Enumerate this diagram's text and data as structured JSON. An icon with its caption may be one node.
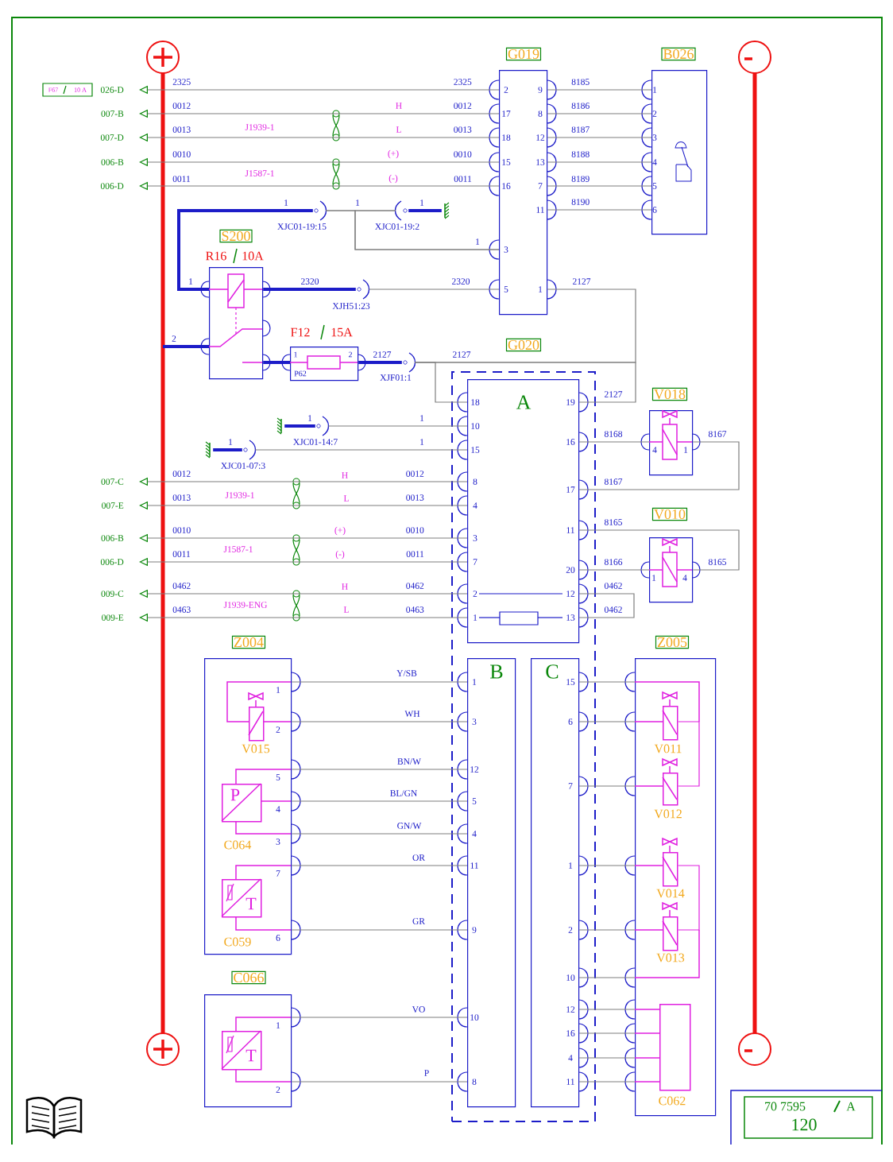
{
  "diagram": {
    "nodes": [
      {
        "text": [
          "F67",
          "10 A"
        ]
      },
      {
        "text": [
          "026-D"
        ]
      },
      {
        "text": [
          "007-B"
        ]
      },
      {
        "text": [
          "007-D"
        ]
      },
      {
        "text": [
          "006-B"
        ]
      },
      {
        "text": [
          "006-D"
        ]
      },
      {
        "text": [
          "G019"
        ]
      },
      {
        "text": [
          "B026"
        ]
      },
      {
        "text": [
          "XJC01-19:15"
        ]
      },
      {
        "text": [
          "XJC01-19:2"
        ]
      },
      {
        "text": [],
        "shape": "ground"
      },
      {
        "text": [
          "S200"
        ],
        "beside": [
          "R16",
          "10A"
        ]
      },
      {
        "text": [
          "XJH51:23"
        ]
      },
      {
        "text": [
          "F12",
          "15A",
          "P62"
        ]
      },
      {
        "text": [
          "XJF01:1"
        ]
      },
      {
        "text": [
          "G020"
        ]
      },
      {
        "text": [
          "A"
        ],
        "in": 15
      },
      {
        "text": [],
        "shape": "ground"
      },
      {
        "text": [
          "XJC01-14:7"
        ]
      },
      {
        "text": [],
        "shape": "ground"
      },
      {
        "text": [
          "XJC01-07:3"
        ]
      },
      {
        "text": [
          "007-C"
        ]
      },
      {
        "text": [
          "007-E"
        ]
      },
      {
        "text": [
          "006-B"
        ]
      },
      {
        "text": [
          "006-D"
        ]
      },
      {
        "text": [
          "009-C"
        ]
      },
      {
        "text": [
          "009-E"
        ]
      },
      {
        "text": [
          "V018"
        ]
      },
      {
        "text": [
          "V010"
        ]
      },
      {
        "text": [
          "Z004"
        ]
      },
      {
        "text": [
          "V015"
        ],
        "in": 29
      },
      {
        "text": [
          "P",
          "C064"
        ],
        "in": 29
      },
      {
        "text": [
          "T",
          "C059"
        ],
        "in": 29
      },
      {
        "text": [
          "B"
        ],
        "in": 15
      },
      {
        "text": [
          "C"
        ],
        "in": 15
      },
      {
        "text": [
          "Z005"
        ]
      },
      {
        "text": [
          "V011"
        ],
        "in": 35
      },
      {
        "text": [
          "V012"
        ],
        "in": 35
      },
      {
        "text": [
          "V014"
        ],
        "in": 35
      },
      {
        "text": [
          "V013"
        ],
        "in": 35
      },
      {
        "text": [
          "C062"
        ],
        "in": 35
      },
      {
        "text": [
          "C066"
        ]
      },
      {
        "text": [
          "T"
        ],
        "in": 41
      }
    ],
    "edges": [
      {
        "from": 6,
        "to": 1,
        "arrow": "to"
      },
      {
        "from": 6,
        "to": 2,
        "arrow": "to"
      },
      {
        "from": 6,
        "to": 3,
        "arrow": "to"
      },
      {
        "from": 6,
        "to": 4,
        "arrow": "to"
      },
      {
        "from": 6,
        "to": 5,
        "arrow": "to"
      },
      {
        "from": 6,
        "to": 7,
        "arrow": "none"
      },
      {
        "from": 6,
        "to": 7,
        "arrow": "none"
      },
      {
        "from": 6,
        "to": 7,
        "arrow": "none"
      },
      {
        "from": 6,
        "to": 7,
        "arrow": "none"
      },
      {
        "from": 6,
        "to": 7,
        "arrow": "none"
      },
      {
        "from": 6,
        "to": 7,
        "arrow": "none"
      },
      {
        "from": 11,
        "to": 8,
        "arrow": "none",
        "style": "thick",
        "color": "#1c1cc8"
      },
      {
        "from": 8,
        "to": 9,
        "arrow": "none"
      },
      {
        "from": 9,
        "to": 10,
        "arrow": "none",
        "style": "thick",
        "color": "#1c1cc8"
      },
      {
        "from": 8,
        "to": 6,
        "arrow": "none"
      },
      {
        "from": 9,
        "to": 6,
        "arrow": "none"
      },
      {
        "from": 11,
        "to": 12,
        "arrow": "none",
        "style": "thick",
        "color": "#1c1cc8"
      },
      {
        "from": 12,
        "to": 6,
        "arrow": "none"
      },
      {
        "from": null,
        "to": 11,
        "arrow": "none",
        "style": "thick",
        "color": "#1c1cc8"
      },
      {
        "from": 11,
        "to": 13,
        "arrow": "none",
        "style": "thick",
        "color": "#1c1cc8"
      },
      {
        "from": 13,
        "to": 14,
        "arrow": "none",
        "style": "thick",
        "color": "#1c1cc8"
      },
      {
        "from": 14,
        "to": 6,
        "arrow": "none"
      },
      {
        "from": 14,
        "to": 16,
        "arrow": "none"
      },
      {
        "from": 14,
        "to": 16,
        "arrow": "none"
      },
      {
        "from": 17,
        "to": 18,
        "arrow": "none",
        "style": "thick",
        "color": "#1c1cc8"
      },
      {
        "from": 18,
        "to": 16,
        "arrow": "none"
      },
      {
        "from": 19,
        "to": 20,
        "arrow": "none",
        "style": "thick",
        "color": "#1c1cc8"
      },
      {
        "from": 20,
        "to": 16,
        "arrow": "none"
      },
      {
        "from": 16,
        "to": 21,
        "arrow": "to"
      },
      {
        "from": 16,
        "to": 22,
        "arrow": "to"
      },
      {
        "from": 16,
        "to": 23,
        "arrow": "to"
      },
      {
        "from": 16,
        "to": 24,
        "arrow": "to"
      },
      {
        "from": 16,
        "to": 25,
        "arrow": "to"
      },
      {
        "from": 16,
        "to": 26,
        "arrow": "to"
      },
      {
        "from": 16,
        "to": 27,
        "arrow": "none"
      },
      {
        "from": 27,
        "to": 16,
        "arrow": "none"
      },
      {
        "from": 16,
        "to": 28,
        "arrow": "none"
      },
      {
        "from": 16,
        "to": 28,
        "arrow": "none"
      },
      {
        "from": 16,
        "to": 16,
        "arrow": "none"
      },
      {
        "from": 29,
        "to": 33,
        "arrow": "none",
        "label": "Y/SB"
      },
      {
        "from": 29,
        "to": 33,
        "arrow": "none",
        "label": "WH"
      },
      {
        "from": 29,
        "to": 33,
        "arrow": "none",
        "label": "BN/W"
      },
      {
        "from": 29,
        "to": 33,
        "arrow": "none",
        "label": "BL/GN"
      },
      {
        "from": 29,
        "to": 33,
        "arrow": "none",
        "label": "GN/W"
      },
      {
        "from": 29,
        "to": 33,
        "arrow": "none",
        "label": "OR"
      },
      {
        "from": 29,
        "to": 33,
        "arrow": "none",
        "label": "GR"
      },
      {
        "from": 41,
        "to": 33,
        "arrow": "none",
        "label": "VO"
      },
      {
        "from": 41,
        "to": 33,
        "arrow": "none",
        "label": "P"
      },
      {
        "from": 34,
        "to": 35,
        "arrow": "none"
      },
      {
        "from": 34,
        "to": 35,
        "arrow": "none"
      },
      {
        "from": 34,
        "to": 35,
        "arrow": "none"
      },
      {
        "from": 34,
        "to": 35,
        "arrow": "none"
      },
      {
        "from": 34,
        "to": 35,
        "arrow": "none"
      },
      {
        "from": 34,
        "to": 35,
        "arrow": "none"
      },
      {
        "from": 34,
        "to": 35,
        "arrow": "none"
      },
      {
        "from": 34,
        "to": 35,
        "arrow": "none"
      },
      {
        "from": 34,
        "to": 35,
        "arrow": "none"
      },
      {
        "from": 34,
        "to": 35,
        "arrow": "none"
      },
      {
        "from": 36,
        "to": 37,
        "arrow": "none",
        "color": "#e020e0"
      },
      {
        "from": 38,
        "to": 39,
        "arrow": "none",
        "color": "#e020e0"
      }
    ],
    "labels": [
      "2325",
      "2325",
      "8185",
      "0012",
      "H",
      "0012",
      "8186",
      "0013",
      "J1939-1",
      "L",
      "0013",
      "8187",
      "0010",
      "(+)",
      "0010",
      "8188",
      "0011",
      "J1587-1",
      "(-)",
      "0011",
      "8189",
      "1",
      "1",
      "1",
      "8190",
      "1",
      "1",
      "2320",
      "2320",
      "2127",
      "2",
      "1",
      "2",
      "2127",
      "2127",
      "2",
      "17",
      "18",
      "15",
      "16",
      "3",
      "5",
      "9",
      "8",
      "12",
      "13",
      "7",
      "11",
      "1",
      "1",
      "2",
      "3",
      "4",
      "5",
      "6",
      "2127",
      "1",
      "1",
      "1",
      "1",
      "8168",
      "8167",
      "4",
      "1",
      "0012",
      "H",
      "0012",
      "8167",
      "0013",
      "J1939-1",
      "L",
      "0013",
      "8165",
      "0010",
      "(+)",
      "0010",
      "0011",
      "J1587-1",
      "(-)",
      "0011",
      "8166",
      "8165",
      "1",
      "4",
      "0462",
      "H",
      "0462",
      "0462",
      "0463",
      "J1939-ENG",
      "L",
      "0463",
      "0462",
      "18",
      "10",
      "15",
      "8",
      "4",
      "3",
      "7",
      "2",
      "1",
      "19",
      "16",
      "17",
      "11",
      "20",
      "12",
      "13",
      "1",
      "2",
      "5",
      "4",
      "3",
      "7",
      "6",
      "1",
      "3",
      "12",
      "5",
      "4",
      "11",
      "9",
      "10",
      "8",
      "15",
      "6",
      "7",
      "1",
      "2",
      "10",
      "12",
      "16",
      "4",
      "11",
      "1",
      "2",
      "70 7595",
      "A",
      "120"
    ]
  }
}
